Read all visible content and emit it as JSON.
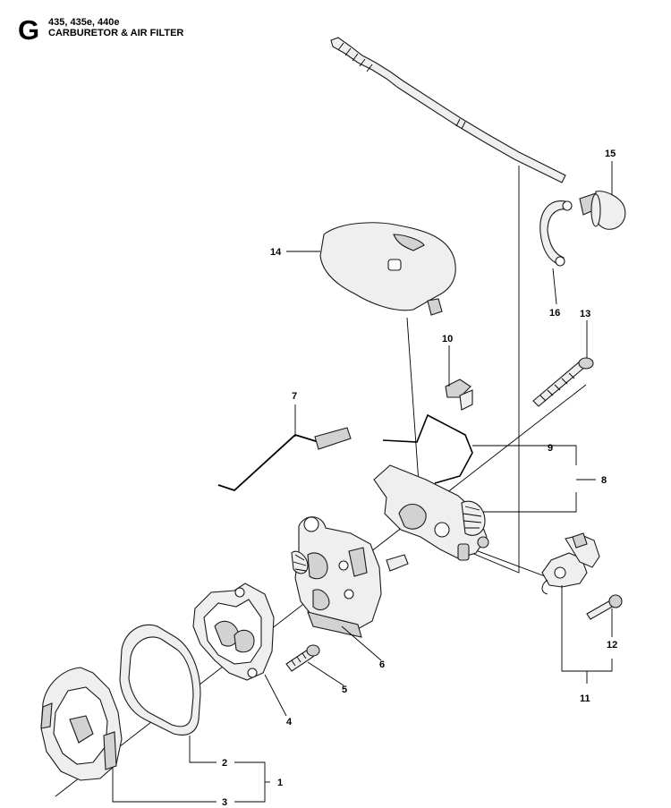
{
  "header": {
    "section": "G",
    "models": "435, 435e, 440e",
    "title": "CARBURETOR & AIR FILTER"
  },
  "callouts": {
    "c1": "1",
    "c2": "2",
    "c3": "3",
    "c4": "4",
    "c5": "5",
    "c6": "6",
    "c7": "7",
    "c8": "8",
    "c9": "9",
    "c10": "10",
    "c11": "11",
    "c12": "12",
    "c13": "13",
    "c14": "14",
    "c15": "15",
    "c16": "16"
  }
}
